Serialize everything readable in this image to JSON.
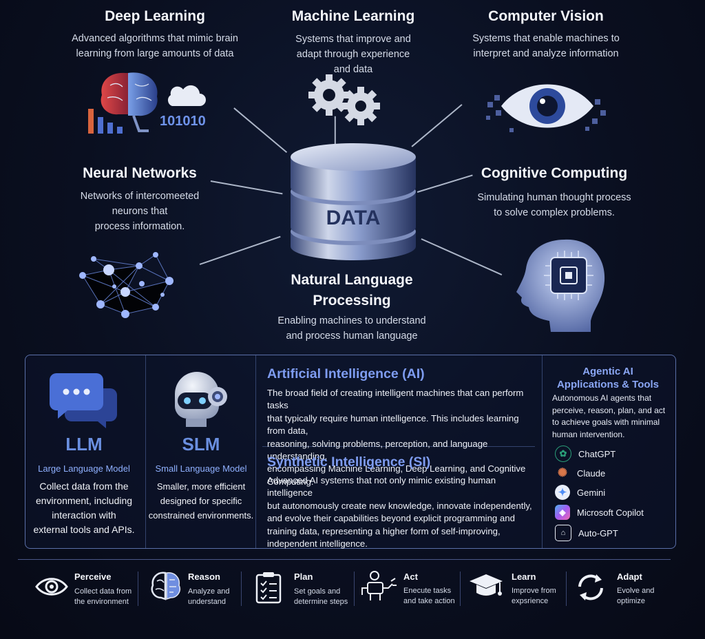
{
  "topics": {
    "deep_learning": {
      "title": "Deep Learning",
      "desc1": "Advanced algorithms that mimic brain",
      "desc2": "learning from large amounts of data",
      "binary": "101010"
    },
    "machine_learning": {
      "title": "Machine Learning",
      "desc1": "Systems that improve and",
      "desc2": "adapt through experience",
      "desc3": "and data"
    },
    "computer_vision": {
      "title": "Computer Vision",
      "desc1": "Systems that enable machines to",
      "desc2": "interpret and analyze information"
    },
    "neural_networks": {
      "title": "Neural Networks",
      "desc1": "Networks of intercomeeted",
      "desc2": "neurons that",
      "desc3": "process information."
    },
    "cognitive_computing": {
      "title": "Cognitive Computing",
      "desc1": "Simulating human thought process",
      "desc2": "to solve complex problems."
    },
    "nlp": {
      "title1": "Natural Language",
      "title2": "Processing",
      "desc1": "Enabling machines to understand",
      "desc2": "and process human language"
    }
  },
  "center": {
    "label": "DATA"
  },
  "models": {
    "llm": {
      "title": "LLM",
      "subtitle": "Large Language Model",
      "desc1": "Collect data from the",
      "desc2": "environment, including",
      "desc3": "interaction with",
      "desc4": "external tools and APIs."
    },
    "slm": {
      "title": "SLM",
      "subtitle": "Small Language Model",
      "desc1": "Smaller, more efficient",
      "desc2": "designed for specific",
      "desc3": "constrained environments."
    }
  },
  "ai": {
    "title": "Artificial Intelligence (AI)",
    "lines": [
      "The broad field of creating intelligent machines that can perform tasks",
      "that typically require human intelligence. This includes learning from data,",
      "reasoning, solving problems, perception, and language understanding,",
      "encompassing Machine Learning, Deep Learning, and Cognitive Computing."
    ]
  },
  "si": {
    "title": "Synthetic Intelligence (SI)",
    "lines": [
      "Advanced AI systems that not only mimic existing human intelligence",
      "but autonomously create new knowledge, innovate independently,",
      "and evolve their capabilities beyond explicit programming and",
      "training data, representing a higher form of self-improving,",
      "independent intelligence."
    ]
  },
  "agentic": {
    "title1": "Agentic AI",
    "title2": "Applications & Tools",
    "lines": [
      "Autonomous AI agents that",
      "perceive, reason, plan, and act",
      "to achieve goals with minimal",
      "human intervention."
    ],
    "tools": [
      {
        "name": "ChatGPT",
        "icon": "chatgpt-icon",
        "color": "#2a9d78"
      },
      {
        "name": "Claude",
        "icon": "claude-icon",
        "color": "#d9774a"
      },
      {
        "name": "Gemini",
        "icon": "gemini-icon",
        "color": "#4f8ef7"
      },
      {
        "name": "Microsoft Copilot",
        "icon": "copilot-icon",
        "color": "#a35bf2"
      },
      {
        "name": "Auto-GPT",
        "icon": "autogpt-icon",
        "color": "#e8ecf4"
      }
    ]
  },
  "steps": [
    {
      "title": "Perceive",
      "desc1": "Collect data from",
      "desc2": "the environment",
      "icon": "eye-icon"
    },
    {
      "title": "Reason",
      "desc1": "Analyze and",
      "desc2": "understand",
      "icon": "brain-icon"
    },
    {
      "title": "Plan",
      "desc1": "Set goals and",
      "desc2": "determine steps",
      "icon": "checklist-icon"
    },
    {
      "title": "Act",
      "desc1": "Enecute tasks",
      "desc2": "and take action",
      "icon": "robot-arm-icon"
    },
    {
      "title": "Learn",
      "desc1": "Improve from",
      "desc2": "expsrience",
      "icon": "graduation-cap-icon"
    },
    {
      "title": "Adapt",
      "desc1": "Evolve and",
      "desc2": "optimize",
      "icon": "cycle-arrows-icon"
    }
  ],
  "colors": {
    "accent": "#7e9cf0",
    "panel_border": "#5a6fa8",
    "background": "#0a0f20"
  }
}
